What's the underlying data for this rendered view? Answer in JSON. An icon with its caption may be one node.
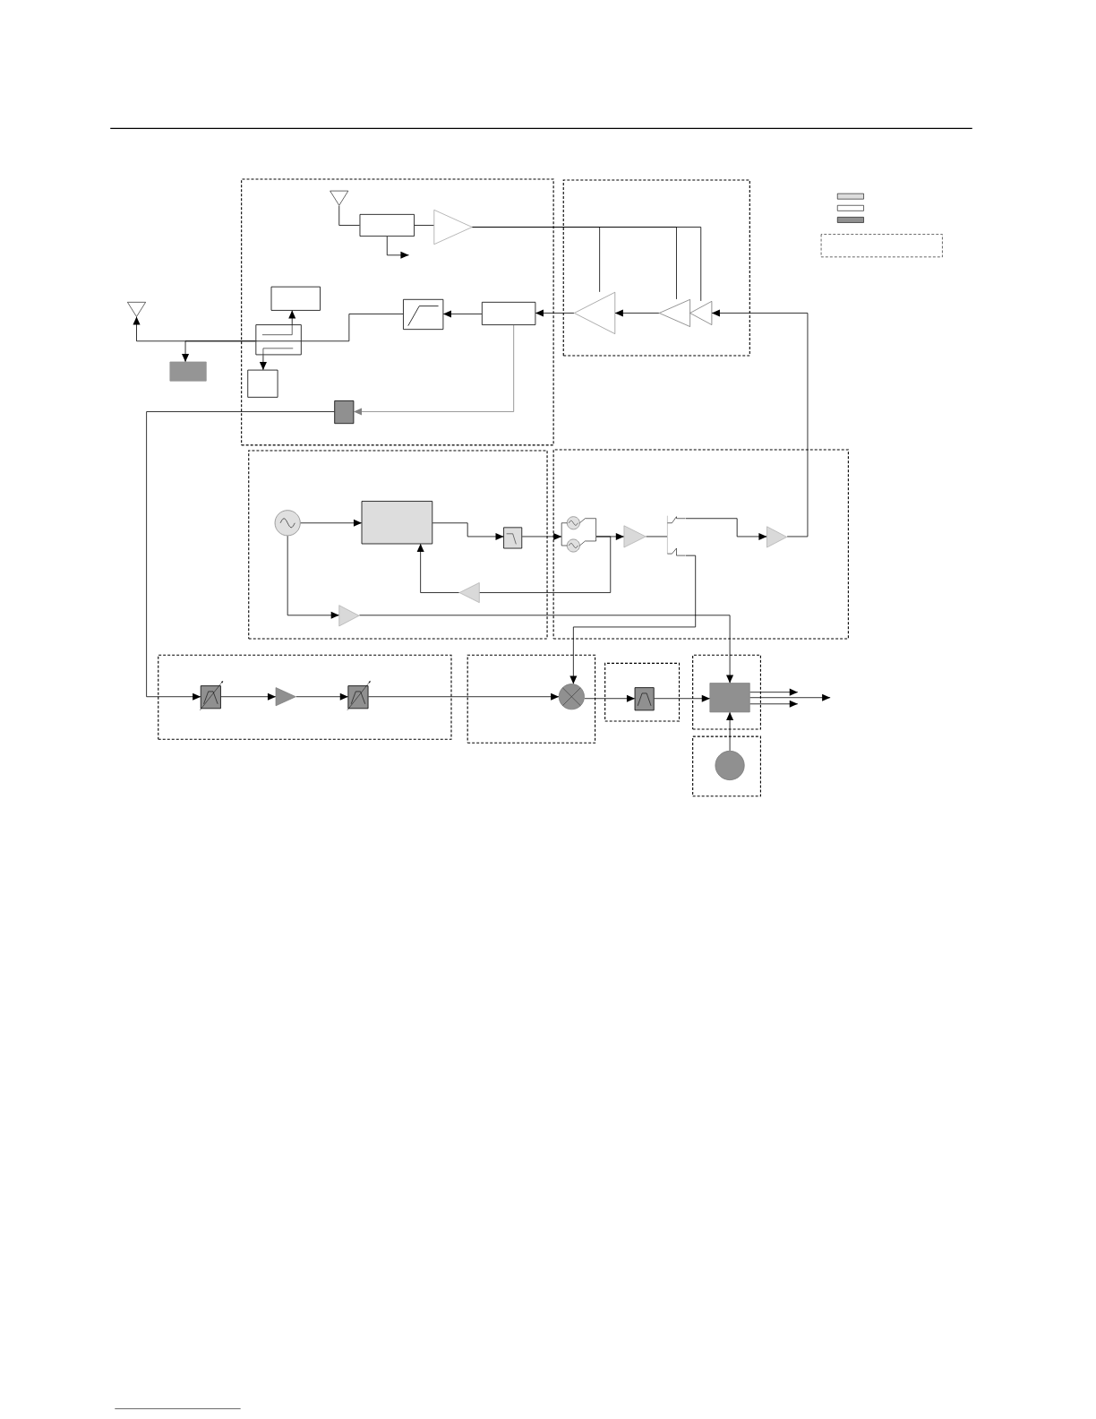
{
  "diagram": {
    "nodes": [
      {
        "text": [],
        "shape": "box"
      },
      {
        "text": [],
        "shape": "antenna",
        "in": 0
      },
      {
        "text": [],
        "shape": "box",
        "in": 0
      },
      {
        "text": [],
        "shape": "triangle",
        "in": 0
      },
      {
        "text": [],
        "shape": "box",
        "in": 0
      },
      {
        "text": [],
        "shape": "filter",
        "in": 0
      },
      {
        "text": [],
        "shape": "box",
        "in": 0
      },
      {
        "text": [],
        "shape": "coupler",
        "in": 0
      },
      {
        "text": [],
        "shape": "box",
        "in": 0
      },
      {
        "text": [],
        "shape": "box",
        "in": 0
      },
      {
        "text": [],
        "shape": "antenna"
      },
      {
        "text": [],
        "shape": "box"
      },
      {
        "text": [],
        "shape": "box"
      },
      {
        "text": [],
        "shape": "triangle",
        "in": 12
      },
      {
        "text": [],
        "shape": "triangle",
        "in": 12
      },
      {
        "text": [],
        "shape": "triangle",
        "in": 12
      },
      {
        "text": [],
        "shape": "box"
      },
      {
        "text": [],
        "shape": "circle",
        "in": 16
      },
      {
        "text": [],
        "shape": "box",
        "in": 16
      },
      {
        "text": [],
        "shape": "filter",
        "in": 16
      },
      {
        "text": [],
        "shape": "triangle",
        "in": 16
      },
      {
        "text": [],
        "shape": "triangle",
        "in": 16
      },
      {
        "text": [],
        "shape": "box"
      },
      {
        "text": [],
        "shape": "oscillator",
        "in": 22
      },
      {
        "text": [],
        "shape": "triangle",
        "in": 22
      },
      {
        "text": [],
        "shape": "switch",
        "in": 22
      },
      {
        "text": [],
        "shape": "triangle",
        "in": 22
      },
      {
        "text": [],
        "shape": "box"
      },
      {
        "text": [],
        "shape": "filter",
        "in": 27
      },
      {
        "text": [],
        "shape": "triangle",
        "in": 27
      },
      {
        "text": [],
        "shape": "filter",
        "in": 27
      },
      {
        "text": [],
        "shape": "box"
      },
      {
        "text": [],
        "shape": "circle",
        "in": 31
      },
      {
        "text": [],
        "shape": "box"
      },
      {
        "text": [],
        "shape": "filter",
        "in": 33
      },
      {
        "text": [],
        "shape": "box"
      },
      {
        "text": [],
        "shape": "box",
        "in": 35
      },
      {
        "text": [],
        "shape": "box"
      },
      {
        "text": [],
        "shape": "circle",
        "in": 37
      }
    ],
    "edges": [
      {
        "from": 1,
        "to": 2,
        "arrow": "none"
      },
      {
        "from": 2,
        "to": 3,
        "arrow": "none"
      },
      {
        "from": 2,
        "to": null,
        "arrow": "to"
      },
      {
        "from": 3,
        "to": 13,
        "arrow": "none"
      },
      {
        "from": 3,
        "to": 14,
        "arrow": "none"
      },
      {
        "from": 3,
        "to": 15,
        "arrow": "none"
      },
      {
        "from": 26,
        "to": 15,
        "arrow": "to"
      },
      {
        "from": 14,
        "to": 13,
        "arrow": "to"
      },
      {
        "from": 13,
        "to": 6,
        "arrow": "to"
      },
      {
        "from": 6,
        "to": 5,
        "arrow": "to"
      },
      {
        "from": 5,
        "to": 7,
        "arrow": "none"
      },
      {
        "from": 7,
        "to": 10,
        "arrow": "to"
      },
      {
        "from": 7,
        "to": 11,
        "arrow": "to"
      },
      {
        "from": 7,
        "to": 4,
        "arrow": "to"
      },
      {
        "from": 7,
        "to": 8,
        "arrow": "to"
      },
      {
        "from": 6,
        "to": 9,
        "arrow": "to",
        "color": "#808080"
      },
      {
        "from": 9,
        "to": 28,
        "arrow": "to"
      },
      {
        "from": 17,
        "to": 18,
        "arrow": "to"
      },
      {
        "from": 18,
        "to": 19,
        "arrow": "to"
      },
      {
        "from": 19,
        "to": 23,
        "arrow": "to"
      },
      {
        "from": 23,
        "to": 24,
        "arrow": "to"
      },
      {
        "from": 23,
        "to": 20,
        "arrow": "none"
      },
      {
        "from": 20,
        "to": 18,
        "arrow": "to"
      },
      {
        "from": 24,
        "to": 25,
        "arrow": "none"
      },
      {
        "from": 25,
        "to": 26,
        "arrow": "to"
      },
      {
        "from": 25,
        "to": 32,
        "arrow": "to"
      },
      {
        "from": 17,
        "to": 21,
        "arrow": "to"
      },
      {
        "from": 21,
        "to": 36,
        "arrow": "to"
      },
      {
        "from": 28,
        "to": 29,
        "arrow": "to"
      },
      {
        "from": 29,
        "to": 30,
        "arrow": "to"
      },
      {
        "from": 30,
        "to": 32,
        "arrow": "to"
      },
      {
        "from": 32,
        "to": 34,
        "arrow": "to"
      },
      {
        "from": 34,
        "to": 36,
        "arrow": "to"
      },
      {
        "from": 36,
        "to": null,
        "arrow": "to"
      },
      {
        "from": 36,
        "to": null,
        "arrow": "to"
      },
      {
        "from": 36,
        "to": null,
        "arrow": "to"
      },
      {
        "from": 38,
        "to": 36,
        "arrow": "to"
      }
    ]
  }
}
